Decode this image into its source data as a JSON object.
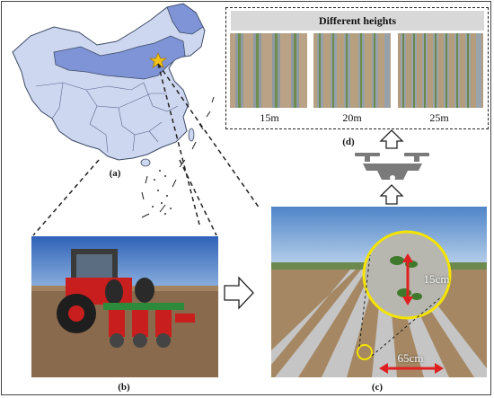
{
  "panel_labels": {
    "a": "(a)",
    "b": "(b)",
    "c": "(c)",
    "d": "(d)"
  },
  "heights_panel": {
    "title": "Different heights",
    "captions": [
      "15m",
      "20m",
      "25m"
    ]
  },
  "measurements": {
    "plant_spacing": "15cm",
    "row_spacing": "65cm"
  },
  "colors": {
    "map_fill": "#cdd7ef",
    "map_highlight": "#7f94d6",
    "map_border": "#3d4a66",
    "star": "#f2c21b",
    "arrow_red": "#e02020",
    "circle_yellow": "#f4e400",
    "drone": "#7a7a7a"
  }
}
